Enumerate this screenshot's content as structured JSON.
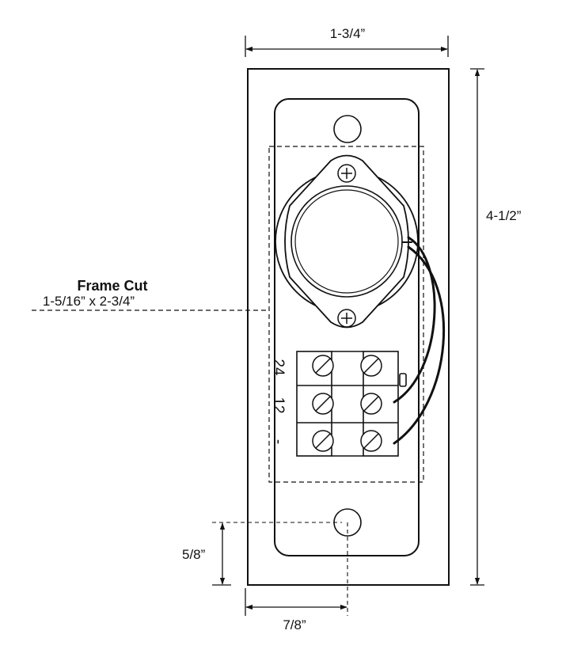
{
  "dimensions": {
    "top_width": "1-3/4”",
    "height": "4-1/2”",
    "bottom_offset_vertical": "5/8”",
    "bottom_offset_horizontal": "7/8”"
  },
  "frame_cut": {
    "title": "Frame Cut",
    "size": "1-5/16” x 2-3/4”"
  },
  "terminals": {
    "row1": "24",
    "row2": "12",
    "row3": "-"
  },
  "colors": {
    "line": "#111111",
    "background": "#ffffff"
  }
}
